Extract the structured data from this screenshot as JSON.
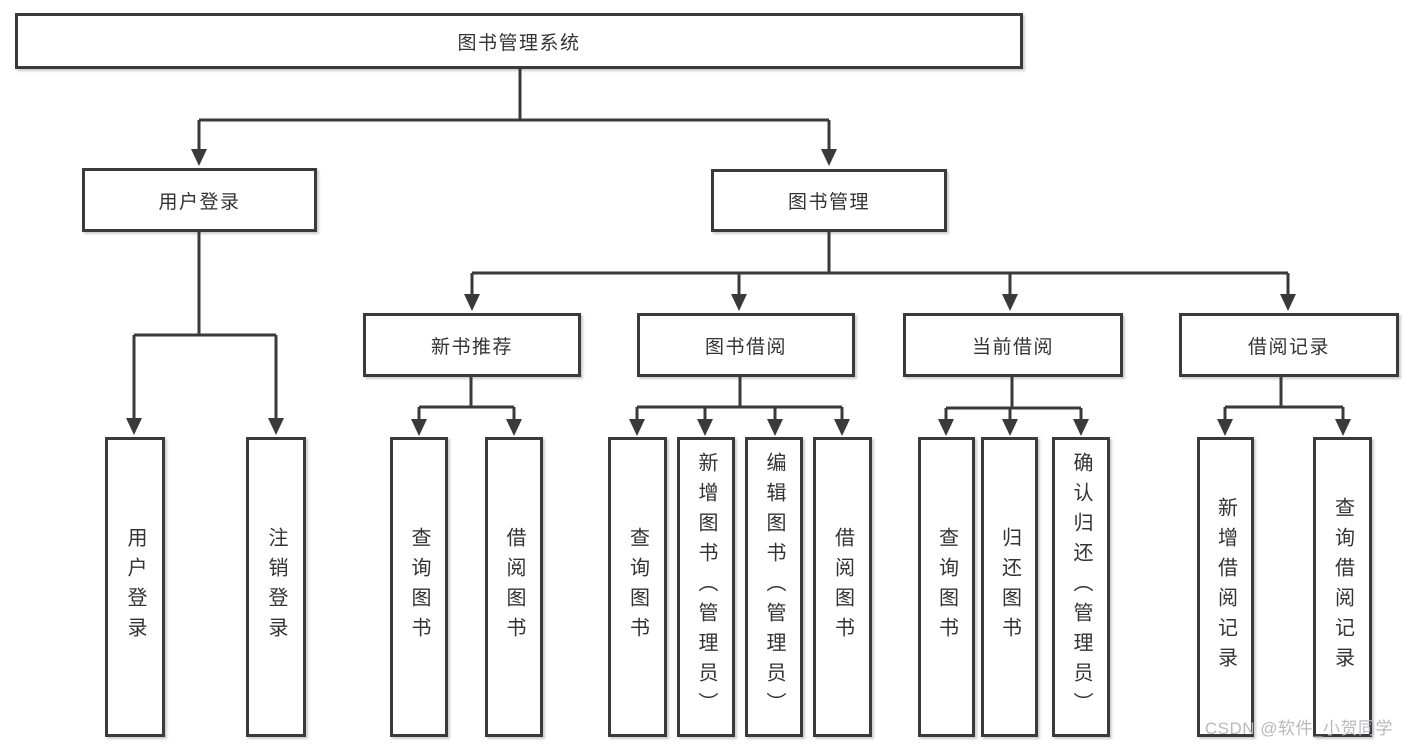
{
  "diagram": {
    "root": {
      "label": "图书管理系统"
    },
    "level2": {
      "user_login": {
        "label": "用户登录"
      },
      "book_management": {
        "label": "图书管理"
      }
    },
    "level3": {
      "new_book_recommend": {
        "label": "新书推荐"
      },
      "book_borrow": {
        "label": "图书借阅"
      },
      "current_borrow": {
        "label": "当前借阅"
      },
      "borrow_records": {
        "label": "借阅记录"
      }
    },
    "leaves": {
      "user_login": {
        "label": "用户登录",
        "parent": "用户登录"
      },
      "logout": {
        "label": "注销登录",
        "parent": "用户登录"
      },
      "recommend_query_books": {
        "label": "查询图书",
        "parent": "新书推荐"
      },
      "recommend_borrow_books": {
        "label": "借阅图书",
        "parent": "新书推荐"
      },
      "borrow_query_books": {
        "label": "查询图书",
        "parent": "图书借阅"
      },
      "borrow_add_books": {
        "label": "新增图书（管理员）",
        "parent": "图书借阅"
      },
      "borrow_edit_books": {
        "label": "编辑图书（管理员）",
        "parent": "图书借阅"
      },
      "borrow_borrow_books": {
        "label": "借阅图书",
        "parent": "图书借阅"
      },
      "current_query_books": {
        "label": "查询图书",
        "parent": "当前借阅"
      },
      "current_return_books": {
        "label": "归还图书",
        "parent": "当前借阅"
      },
      "current_confirm_return": {
        "label": "确认归还（管理员）",
        "parent": "当前借阅"
      },
      "records_add_record": {
        "label": "新增借阅记录",
        "parent": "借阅记录"
      },
      "records_query_record": {
        "label": "查询借阅记录",
        "parent": "借阅记录"
      }
    },
    "watermark": "CSDN @软件_小贺同学",
    "colors": {
      "line": "#3a3a3a",
      "text": "#333333",
      "background": "#ffffff",
      "watermark": "#b7b9bd"
    }
  }
}
